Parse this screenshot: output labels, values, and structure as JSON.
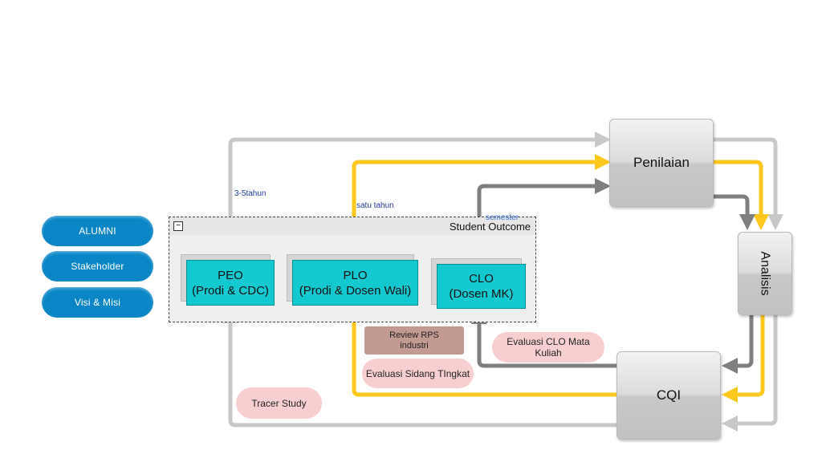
{
  "left_pills": [
    {
      "label": "ALUMNI"
    },
    {
      "label": "Stakeholder"
    },
    {
      "label": "Visi & Misi"
    }
  ],
  "student_outcome": {
    "title": "Student Outcome",
    "collapse_symbol": "−"
  },
  "outcomes": {
    "peo": {
      "line1": "PEO",
      "line2": "(Prodi & CDC)"
    },
    "plo": {
      "line1": "PLO",
      "line2": "(Prodi & Dosen Wali)"
    },
    "clo": {
      "line1": "CLO",
      "line2": "(Dosen MK)"
    }
  },
  "process_boxes": {
    "penilaian": "Penilaian",
    "analisis": "Analisis",
    "cqi": "CQI"
  },
  "period_labels": {
    "peo": "3-5tahun",
    "plo": "satu tahun",
    "clo": "semester"
  },
  "evaluation_notes": {
    "review_rps": {
      "line1": "Review RPS",
      "line2": "industri"
    },
    "sidang": "Evaluasi Sidang TIngkat",
    "clo_eval": "Evaluasi CLO Mata Kuliah",
    "tracer": "Tracer Study"
  },
  "colors": {
    "blue_pill": "#0a86c6",
    "cyan": "#12c9cf",
    "yellow_arrow": "#ffc81e",
    "gray_light_arrow": "#c8c8c8",
    "gray_dark_arrow": "#7f7f7f",
    "pink": "#f8cfd0"
  }
}
